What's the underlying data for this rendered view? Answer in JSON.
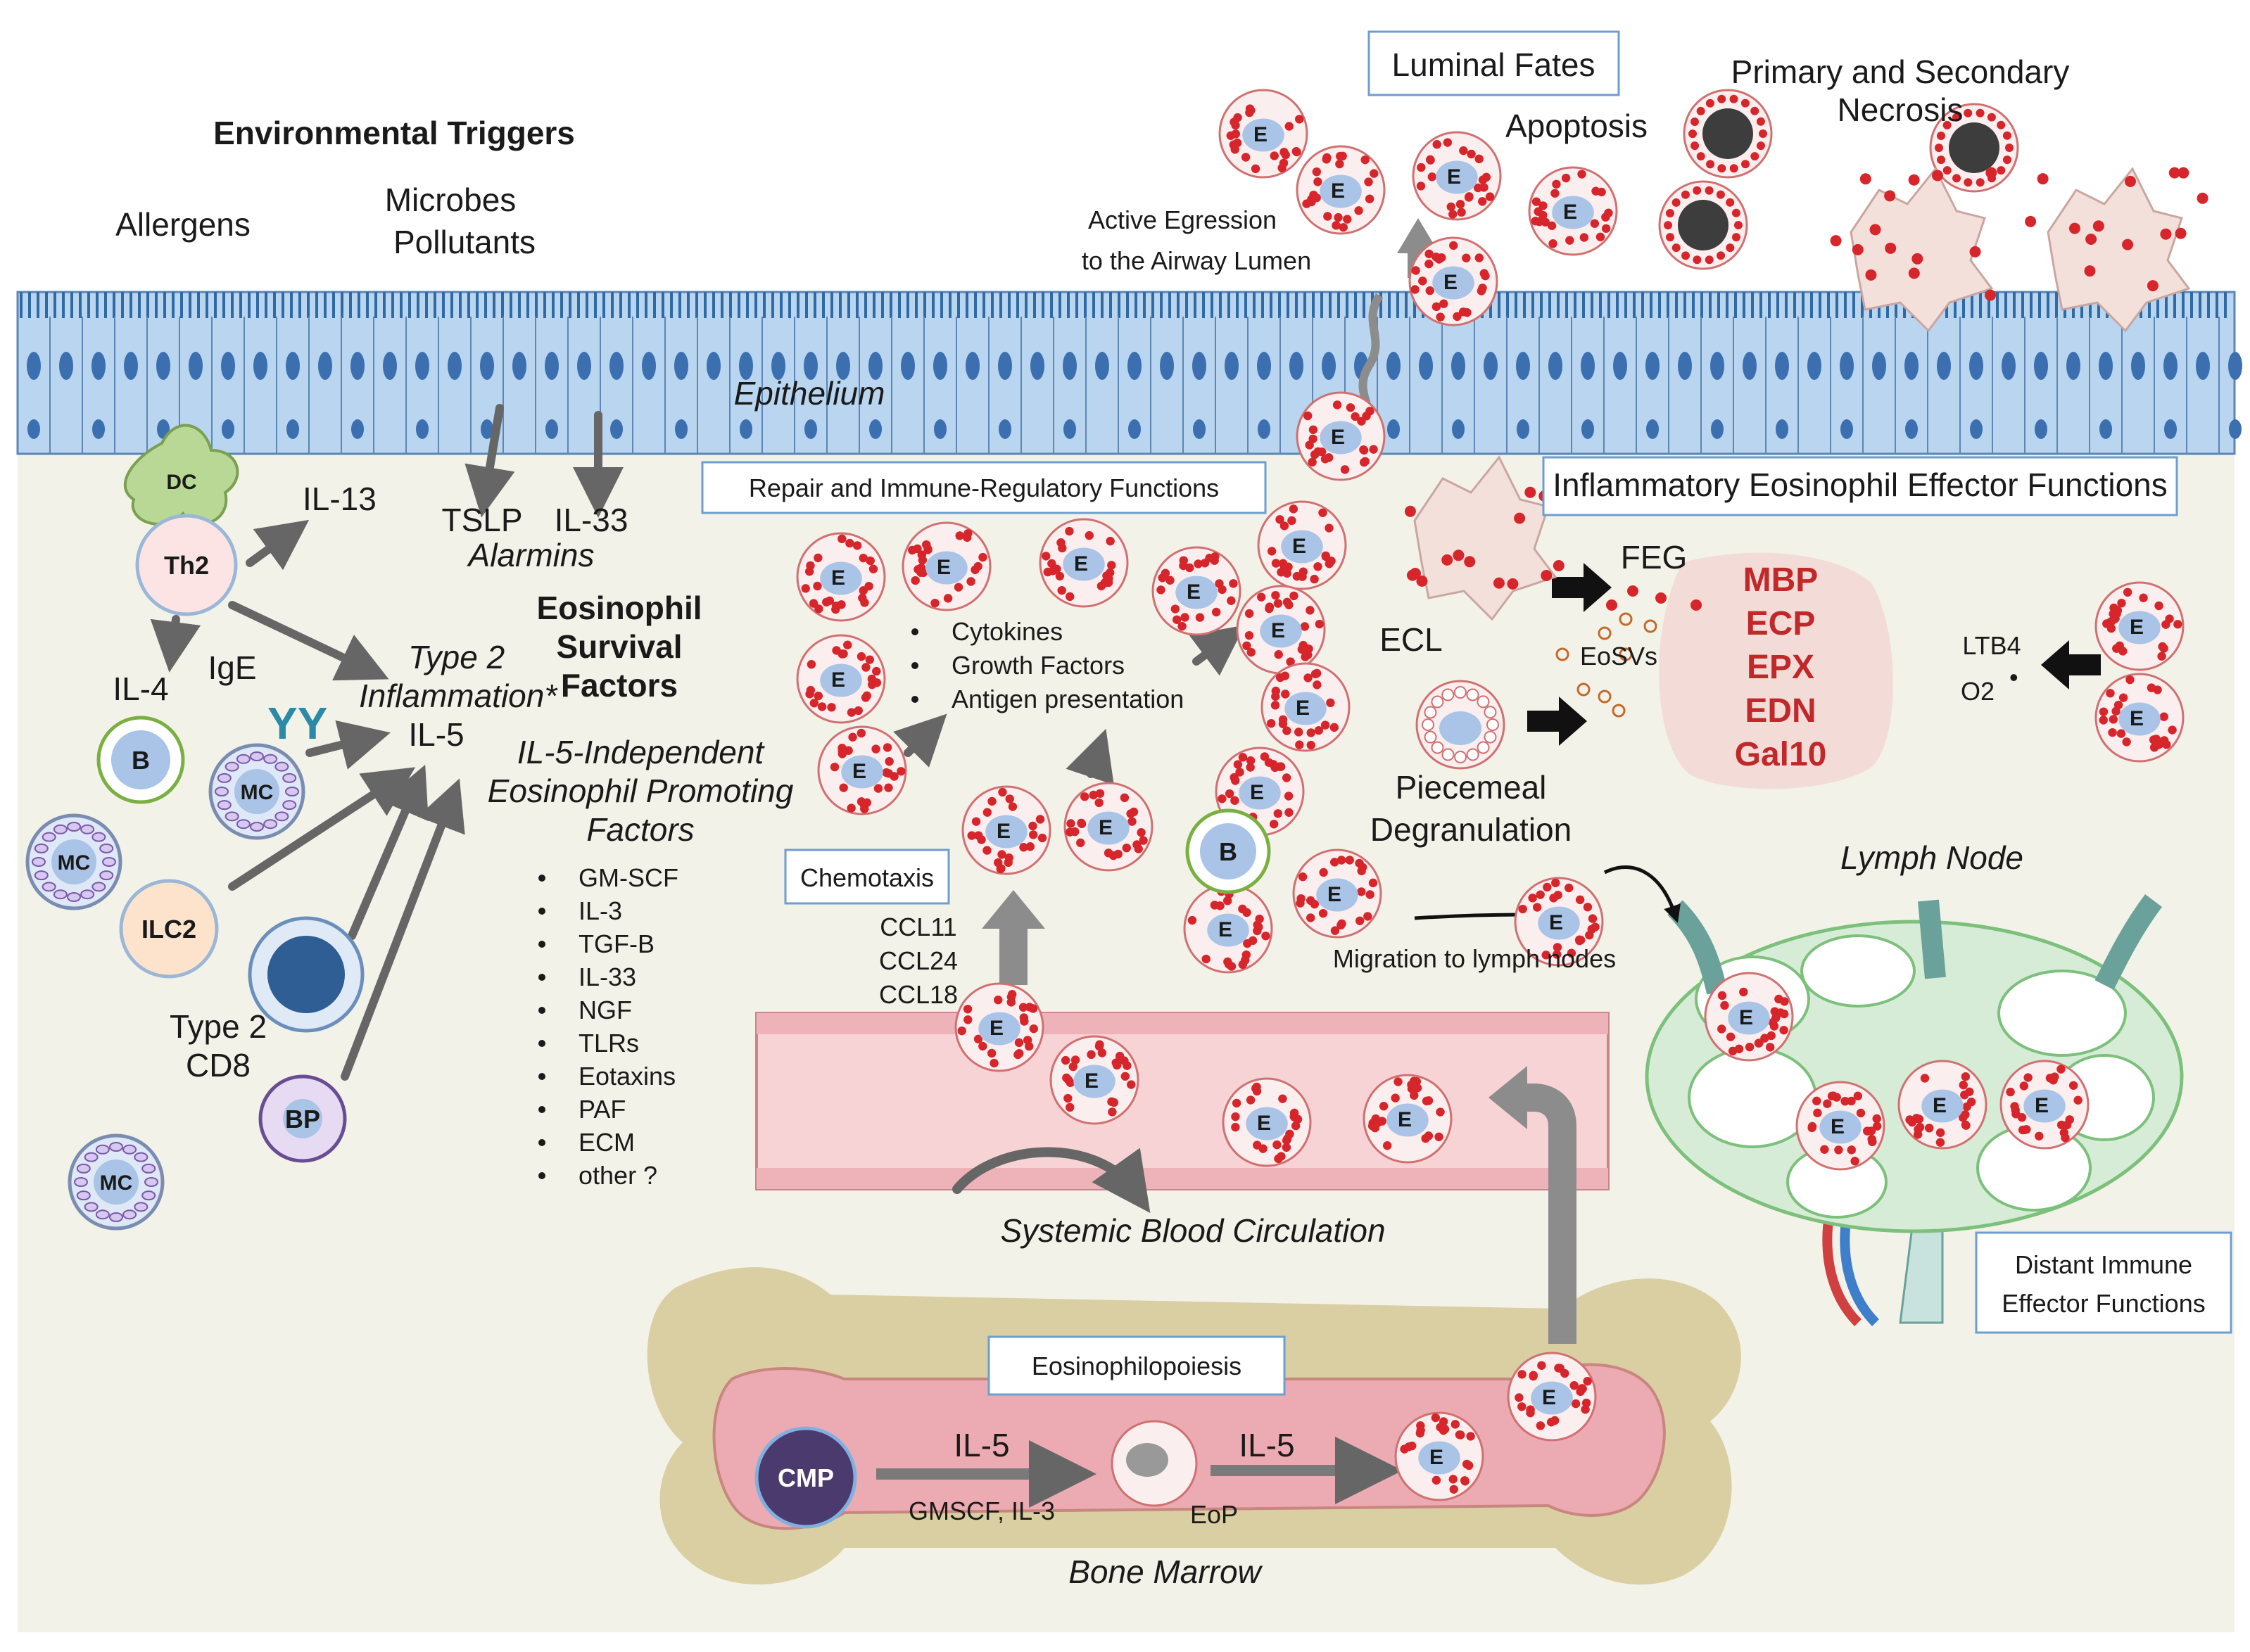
{
  "left": {
    "env_triggers": "Environmental Triggers",
    "allergens": "Allergens",
    "microbes": "Microbes",
    "pollutants": "Pollutants",
    "epithelium": "Epithelium",
    "tslp": "TSLP",
    "il33": "IL-33",
    "alarmins": "Alarmins",
    "dc": "DC",
    "th2": "Th2",
    "il13": "IL-13",
    "il4": "IL-4",
    "ige": "IgE",
    "b": "B",
    "mc": "MC",
    "ilc2": "ILC2",
    "type2_cd8_1": "Type 2",
    "type2_cd8_2": "CD8",
    "bp": "BP",
    "type2_infl_1": "Type 2",
    "type2_infl_2": "Inflammation*",
    "il5": "IL-5",
    "survival_1": "Eosinophil",
    "survival_2": "Survival",
    "survival_3": "Factors",
    "indep_1": "IL-5-Independent",
    "indep_2": "Eosinophil Promoting",
    "indep_3": "Factors",
    "factors": [
      "GM-SCF",
      "IL-3",
      "TGF-B",
      "IL-33",
      "NGF",
      "TLRs",
      "Eotaxins",
      "PAF",
      "ECM",
      "other ?"
    ]
  },
  "top": {
    "luminal_fates": "Luminal Fates",
    "apoptosis": "Apoptosis",
    "necrosis_1": "Primary and Secondary",
    "necrosis_2": "Necrosis",
    "egression_1": "Active Egression",
    "egression_2": "to the Airway Lumen"
  },
  "middle": {
    "repair": "Repair and Immune-Regulatory Functions",
    "repair_items": [
      "Cytokines",
      "Growth Factors",
      "Antigen presentation"
    ],
    "chemotaxis": "Chemotaxis",
    "chemokines": [
      "CCL11",
      "CCL24",
      "CCL18"
    ],
    "blood": "Systemic Blood Circulation",
    "migration": "Migration to lymph nodes"
  },
  "right": {
    "inflammatory": "Inflammatory Eosinophil Effector Functions",
    "feg": "FEG",
    "ecl": "ECL",
    "eosvs": "EoSVs",
    "granule_proteins": [
      "MBP",
      "ECP",
      "EPX",
      "EDN",
      "Gal10"
    ],
    "ltb4": "LTB4",
    "o2": "O2",
    "o2_sup": "•",
    "piecemeal_1": "Piecemeal",
    "piecemeal_2": "Degranulation",
    "lymph_node": "Lymph Node",
    "distant_1": "Distant Immune",
    "distant_2": "Effector Functions"
  },
  "bottom": {
    "eosinophilopoiesis": "Eosinophilopoiesis",
    "cmp": "CMP",
    "il5_a": "IL-5",
    "gmscf": "GMSCF, IL-3",
    "il5_b": "IL-5",
    "eop": "EoP",
    "bone_marrow": "Bone Marrow"
  },
  "eos_letter": "E",
  "colors": {
    "background": "#f3f2e9",
    "epithelium": "#b9d5ef",
    "granule": "#d7262b",
    "nucleus": "#a9c4e6",
    "vessel": "#f7d3d6",
    "marrow": "#ecabb2",
    "bone": "#d9cfa2",
    "lymph": "#d6ecd6"
  }
}
